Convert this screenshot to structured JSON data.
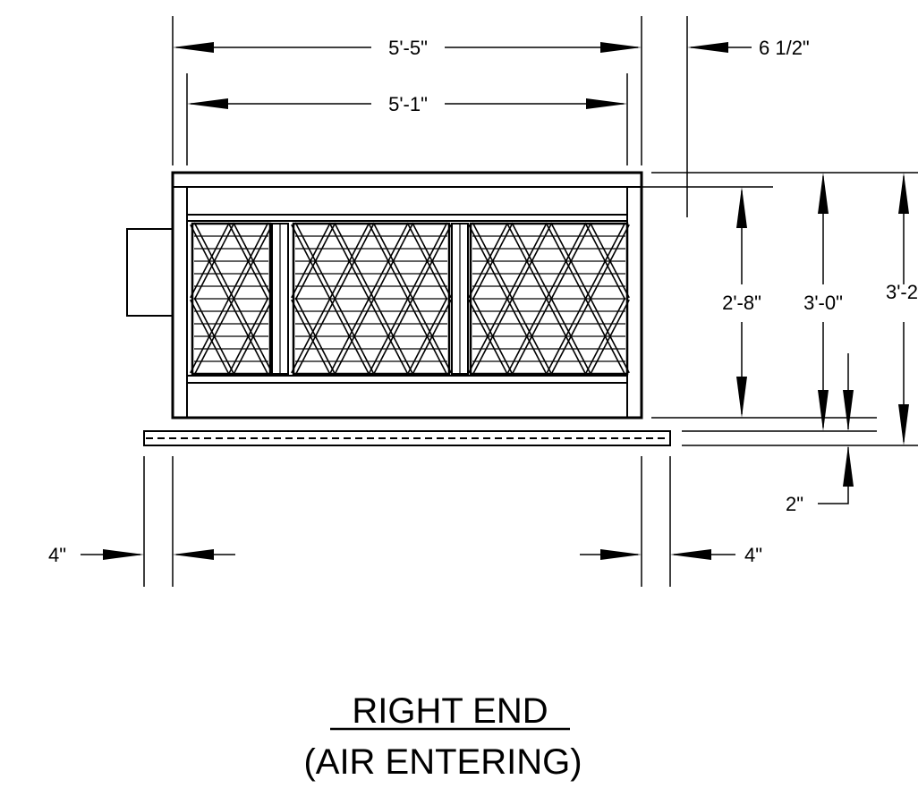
{
  "drawing": {
    "dimensions": {
      "overall_width": "5'-5\"",
      "inner_width": "5'-1\"",
      "side_offset": "6 1/2\"",
      "opening_height": "2'-8\"",
      "cabinet_height": "3'-0\"",
      "overall_height": "3'-2",
      "base_thickness": "2\"",
      "left_overhang": "4\"",
      "right_overhang": "4\""
    },
    "title": "RIGHT END",
    "subtitle": "(AIR ENTERING)"
  }
}
